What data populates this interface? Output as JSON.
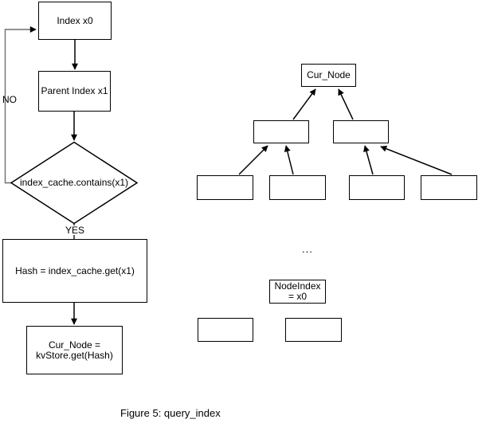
{
  "colors": {
    "line": "#000000",
    "loop_line": "#6e6e6e",
    "background": "#ffffff"
  },
  "flowchart": {
    "index_box_label": "Index x0",
    "parent_box_label": "Parent Index x1",
    "decision_label": "index_cache.contains(x1)",
    "no_label": "NO",
    "yes_label": "YES",
    "hash_box_label": "Hash = index_cache.get(x1)",
    "curnode_box_line1": "Cur_Node =",
    "curnode_box_line2": "kvStore.get(Hash)"
  },
  "tree": {
    "root_label": "Cur_Node",
    "ellipsis": "...",
    "nodeindex_line1": "NodeIndex",
    "nodeindex_line2": "= x0"
  },
  "caption": "Figure 5: query_index"
}
